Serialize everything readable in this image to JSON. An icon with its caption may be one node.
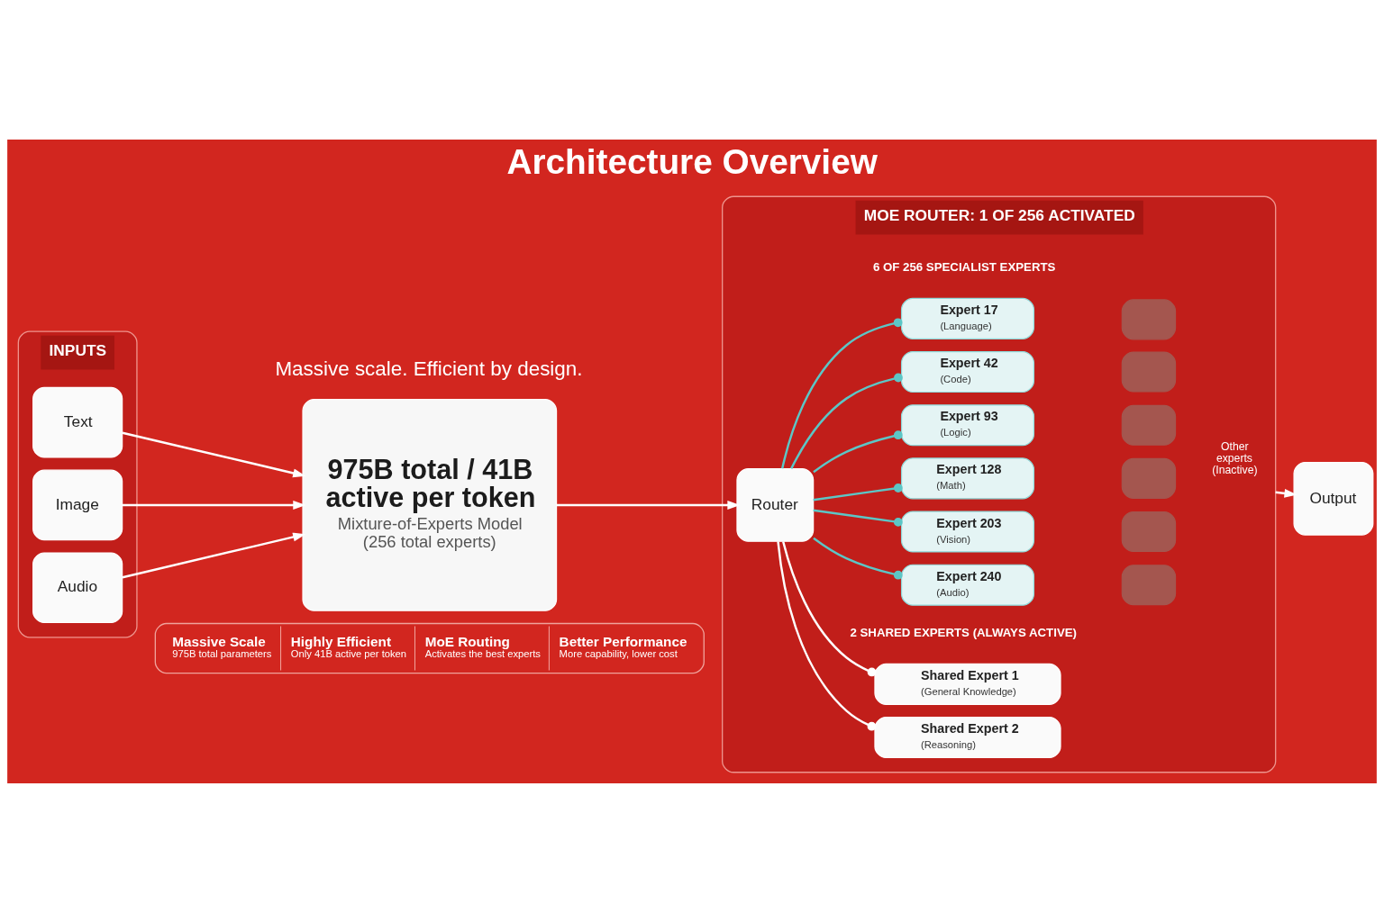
{
  "diagram": {
    "title": "Architecture Overview",
    "nodes": [
      {
        "text": [
          "INPUTS"
        ]
      },
      {
        "text": [
          "Text"
        ],
        "in": 0
      },
      {
        "text": [
          "Image"
        ],
        "in": 0
      },
      {
        "text": [
          "Audio"
        ],
        "in": 0
      },
      {
        "text": [
          "975B total / 41B active per token",
          "Mixture-of-Experts Model (256 total experts)"
        ]
      },
      {
        "text": [
          "MOE ROUTER: 1 OF 256 ACTIVATED"
        ]
      },
      {
        "text": [
          "Router"
        ],
        "in": 5
      },
      {
        "text": [
          "Expert 17",
          "(Language)"
        ],
        "in": 5
      },
      {
        "text": [],
        "shape": "box",
        "in": 5
      },
      {
        "text": [
          "Expert 42",
          "(Code)"
        ],
        "in": 5
      },
      {
        "text": [],
        "shape": "box",
        "in": 5
      },
      {
        "text": [
          "Expert 93",
          "(Logic)"
        ],
        "in": 5
      },
      {
        "text": [],
        "shape": "box",
        "in": 5
      },
      {
        "text": [
          "Expert 128",
          "(Math)"
        ],
        "in": 5
      },
      {
        "text": [],
        "shape": "box",
        "in": 5
      },
      {
        "text": [
          "Expert 203",
          "(Vision)"
        ],
        "in": 5
      },
      {
        "text": [],
        "shape": "box",
        "in": 5
      },
      {
        "text": [
          "Expert 240",
          "(Audio)"
        ],
        "in": 5
      },
      {
        "text": [],
        "shape": "box",
        "in": 5
      },
      {
        "text": [
          "Shared Expert 1",
          "(General Knowledge)"
        ],
        "in": 5
      },
      {
        "text": [
          "Shared Expert 2",
          "(Reasoning)"
        ],
        "in": 5
      },
      {
        "text": [
          "Output"
        ]
      },
      {
        "text": [
          "Massive Scale",
          "975B total parameters",
          "Highly Efficient",
          "Only 41B active per token",
          "MoE Routing",
          "Activates the best experts",
          "Better Performance",
          "More capability, lower cost"
        ]
      }
    ],
    "edges": [
      {
        "from": 1,
        "to": 4,
        "arrow": "to"
      },
      {
        "from": 2,
        "to": 4,
        "arrow": "to"
      },
      {
        "from": 3,
        "to": 4,
        "arrow": "to"
      },
      {
        "from": 4,
        "to": 6,
        "arrow": "to"
      },
      {
        "from": 6,
        "to": 7,
        "arrow": "other",
        "color": "#5cc6c6"
      },
      {
        "from": 6,
        "to": 9,
        "arrow": "other",
        "color": "#5cc6c6"
      },
      {
        "from": 6,
        "to": 11,
        "arrow": "other",
        "color": "#5cc6c6"
      },
      {
        "from": 6,
        "to": 13,
        "arrow": "other",
        "color": "#5cc6c6"
      },
      {
        "from": 6,
        "to": 15,
        "arrow": "other",
        "color": "#5cc6c6"
      },
      {
        "from": 6,
        "to": 17,
        "arrow": "other",
        "color": "#5cc6c6"
      },
      {
        "from": 6,
        "to": 19,
        "arrow": "other"
      },
      {
        "from": 6,
        "to": 20,
        "arrow": "other"
      },
      {
        "from": 5,
        "to": 21,
        "arrow": "to"
      }
    ],
    "labels": [
      "Massive scale. Efficient by design.",
      "6 OF 256 SPECIALIST EXPERTS",
      "Other experts (Inactive)",
      "2 SHARED EXPERTS (ALWAYS ACTIVE)"
    ]
  }
}
